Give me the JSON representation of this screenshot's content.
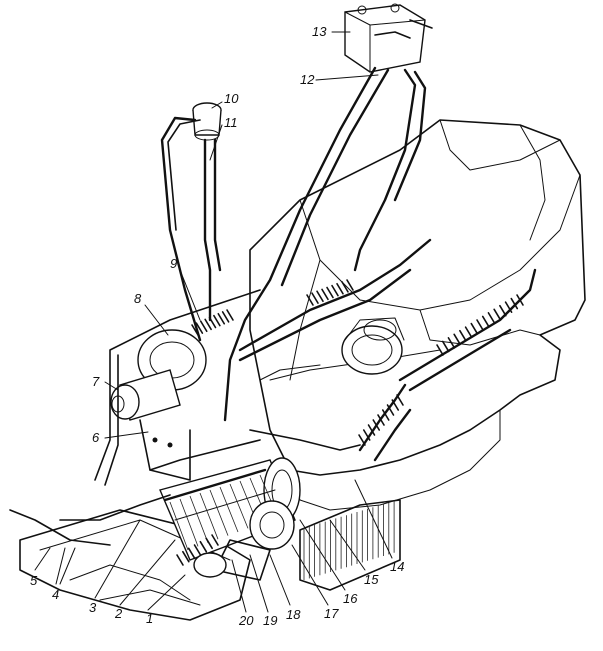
{
  "callouts": [
    {
      "id": "1",
      "text": "1"
    },
    {
      "id": "2",
      "text": "2"
    },
    {
      "id": "3",
      "text": "3"
    },
    {
      "id": "4",
      "text": "4"
    },
    {
      "id": "5",
      "text": "5"
    },
    {
      "id": "6",
      "text": "6"
    },
    {
      "id": "7",
      "text": "7"
    },
    {
      "id": "8",
      "text": "8"
    },
    {
      "id": "9",
      "text": "9"
    },
    {
      "id": "10",
      "text": "10"
    },
    {
      "id": "11",
      "text": "11"
    },
    {
      "id": "12",
      "text": "12"
    },
    {
      "id": "13",
      "text": "13"
    },
    {
      "id": "14",
      "text": "14"
    },
    {
      "id": "15",
      "text": "15"
    },
    {
      "id": "16",
      "text": "16"
    },
    {
      "id": "17",
      "text": "17"
    },
    {
      "id": "18",
      "text": "18"
    },
    {
      "id": "19",
      "text": "19"
    },
    {
      "id": "20",
      "text": "20"
    }
  ],
  "colors": {
    "ink": "#111111",
    "paper": "#ffffff"
  }
}
